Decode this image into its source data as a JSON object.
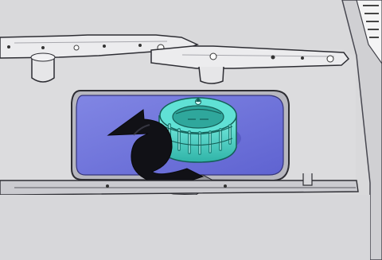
{
  "illustration": {
    "colors": {
      "background": "#d9d9db",
      "panel_light": "#e4e4e6",
      "outline": "#2f2f35",
      "filter_area": "#6e72d8",
      "filter_area_light": "#8c90ea",
      "filter_cap": "#4ed6c8",
      "filter_cap_dark": "#1f8d84",
      "arrow_fill": "#17171d",
      "arrow_shadow": "#a7a8ad"
    },
    "parts": [
      {
        "name": "upper-spray-arm",
        "icon": "spray-arm-icon"
      },
      {
        "name": "lower-spray-arm",
        "icon": "spray-arm-icon"
      },
      {
        "name": "filter-sump",
        "icon": "filter-area-icon"
      },
      {
        "name": "filter-cap",
        "icon": "filter-cap-icon"
      },
      {
        "name": "rotation-arrow",
        "icon": "counterclockwise-arrow-icon"
      }
    ]
  }
}
